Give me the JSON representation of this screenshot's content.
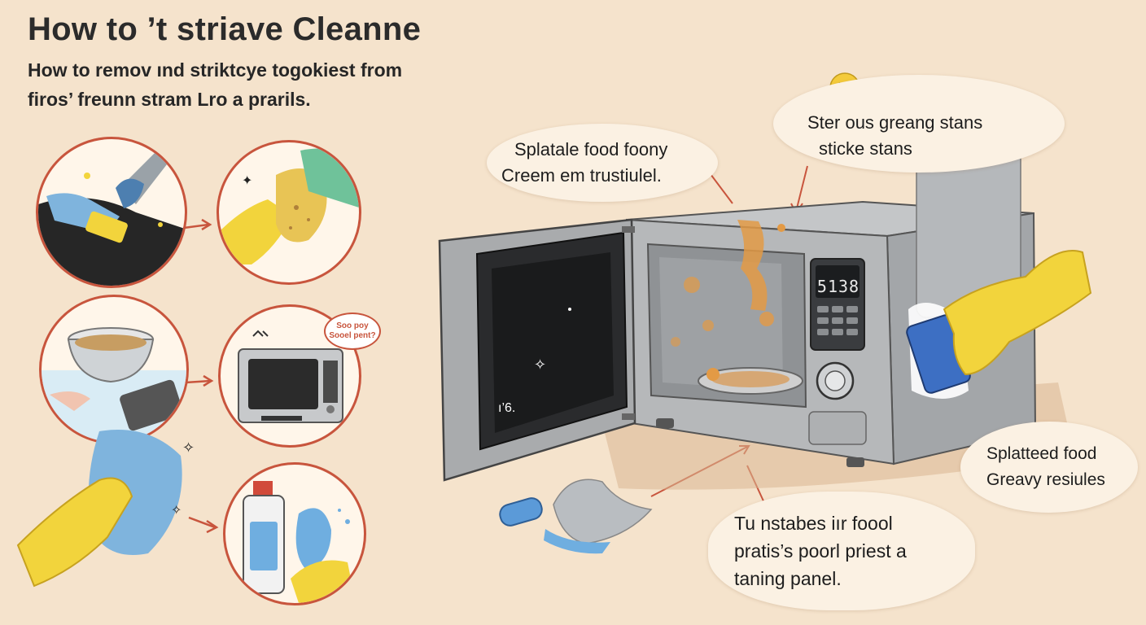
{
  "header": {
    "title": "How to ’t striave Cleanne",
    "subtitle_line1": "How to remov ınd striktcye togokiest from",
    "subtitle_line2": "firos’ freunn stram Lro  a prarils."
  },
  "callouts": {
    "top_center": {
      "line1": "Splatale food foony",
      "line2": "Creem em trustiulel."
    },
    "top_right": {
      "line1": "Ster ous greang stans",
      "line2": "sticke stans"
    },
    "right": {
      "line1": "Splatteed food",
      "line2": "Greavy resiules"
    },
    "bottom": {
      "line1": "Tu nstabes iır foool",
      "line2": "pratis’s poorl priest  a",
      "line3": "taning panel."
    }
  },
  "steps": {
    "mini_note": {
      "line1": "Soo poy",
      "line2": "Sooel pent?"
    }
  },
  "microwave": {
    "display": "5138"
  },
  "colors": {
    "background": "#f5e3cc",
    "accent_red": "#c8553d",
    "glove_yellow": "#f2d43c",
    "glove_blue": "#7fb4dd",
    "steel": "#a6a8aa",
    "grease": "#e39a45"
  }
}
